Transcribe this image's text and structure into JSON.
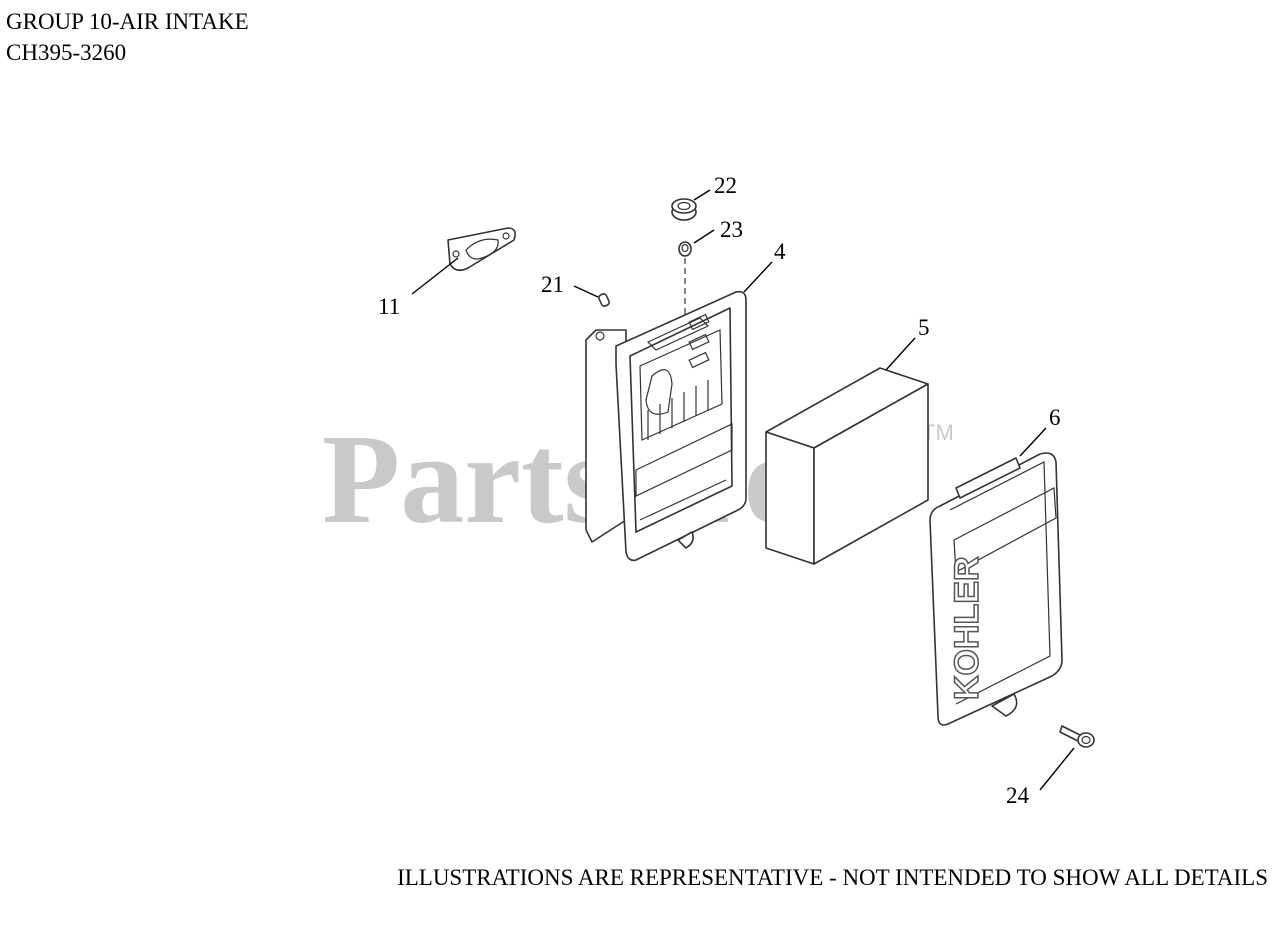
{
  "header": {
    "group_title": "GROUP 10-AIR INTAKE",
    "model": "CH395-3260"
  },
  "footer": {
    "disclaimer": "ILLUSTRATIONS ARE REPRESENTATIVE - NOT INTENDED TO SHOW ALL DETAILS"
  },
  "watermark": {
    "text": "PartsTree",
    "trademark": "TM",
    "color": "#c9c9c9"
  },
  "callouts": {
    "c4": "4",
    "c5": "5",
    "c6": "6",
    "c11": "11",
    "c21": "21",
    "c22": "22",
    "c23": "23",
    "c24": "24"
  },
  "cover_logo": "KOHLER"
}
